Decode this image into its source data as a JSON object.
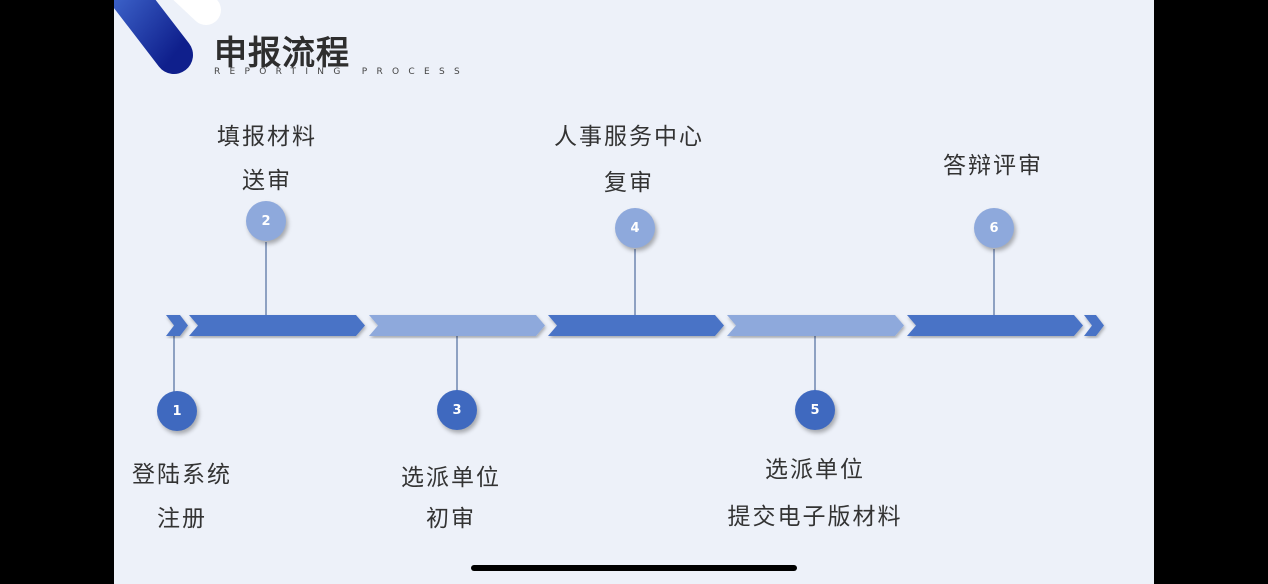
{
  "header": {
    "title": "申报流程",
    "subtitle": "REPORTING PROCESS"
  },
  "colors": {
    "dark": "#3f69bf",
    "light": "#8ea9dc",
    "background": "#edf1f9"
  },
  "steps": [
    {
      "number": "1",
      "lines": [
        "登陆系统",
        "注册"
      ]
    },
    {
      "number": "2",
      "lines": [
        "填报材料",
        "送审"
      ]
    },
    {
      "number": "3",
      "lines": [
        "选派单位",
        "初审"
      ]
    },
    {
      "number": "4",
      "lines": [
        "人事服务中心",
        "复审"
      ]
    },
    {
      "number": "5",
      "lines": [
        "选派单位",
        "提交电子版材料"
      ]
    },
    {
      "number": "6",
      "lines": [
        "答辩评审"
      ]
    }
  ]
}
